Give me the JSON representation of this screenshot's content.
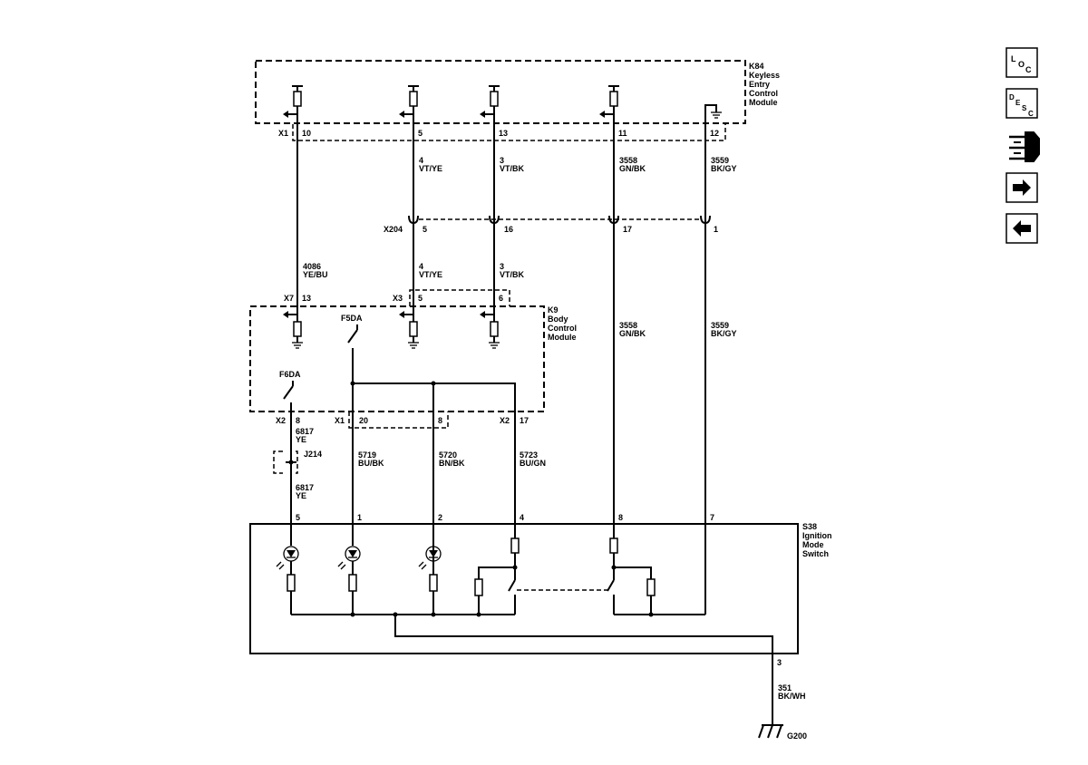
{
  "modules": {
    "k84": {
      "ref": "K84",
      "line1": "Keyless",
      "line2": "Entry",
      "line3": "Control",
      "line4": "Module"
    },
    "k9": {
      "ref": "K9",
      "line1": "Body",
      "line2": "Control",
      "line3": "Module"
    },
    "s38": {
      "ref": "S38",
      "line1": "Ignition",
      "line2": "Mode",
      "line3": "Switch"
    }
  },
  "connectors": {
    "k84_x1": "X1",
    "x204": "X204",
    "k9_x7": "X7",
    "k9_x3": "X3",
    "k9_x2_top": "X2",
    "k9_x1": "X1",
    "k9_x2_right": "X2"
  },
  "pins": {
    "k84": [
      "10",
      "5",
      "13",
      "11",
      "12"
    ],
    "x204": [
      "5",
      "16",
      "17",
      "1"
    ],
    "k9_x7": "13",
    "k9_x3": [
      "5",
      "6"
    ],
    "k9_x2": "8",
    "k9_x1": [
      "20",
      "8"
    ],
    "k9_x2_right": "17",
    "s38": [
      "5",
      "1",
      "2",
      "4",
      "8",
      "7"
    ],
    "ground": "3"
  },
  "wires": {
    "w4086": {
      "circuit": "4086",
      "color": "YE/BU"
    },
    "w4a": {
      "circuit": "4",
      "color": "VT/YE"
    },
    "w3a": {
      "circuit": "3",
      "color": "VT/BK"
    },
    "w3558a": {
      "circuit": "3558",
      "color": "GN/BK"
    },
    "w3559a": {
      "circuit": "3559",
      "color": "BK/GY"
    },
    "w4b": {
      "circuit": "4",
      "color": "VT/YE"
    },
    "w3b": {
      "circuit": "3",
      "color": "VT/BK"
    },
    "w3558b": {
      "circuit": "3558",
      "color": "GN/BK"
    },
    "w3559b": {
      "circuit": "3559",
      "color": "BK/GY"
    },
    "w6817a": {
      "circuit": "6817",
      "color": "YE"
    },
    "w6817b": {
      "circuit": "6817",
      "color": "YE"
    },
    "w5719": {
      "circuit": "5719",
      "color": "BU/BK"
    },
    "w5720": {
      "circuit": "5720",
      "color": "BN/BK"
    },
    "w5723": {
      "circuit": "5723",
      "color": "BU/GN"
    },
    "w351": {
      "circuit": "351",
      "color": "BK/WH"
    }
  },
  "components": {
    "f5da": "F5DA",
    "f6da": "F6DA",
    "j214": "J214",
    "g200": "G200"
  },
  "nav": {
    "loc": [
      "L",
      "O",
      "C"
    ],
    "desc": [
      "D",
      "E",
      "S",
      "C"
    ],
    "connector_icon": "connector-icon",
    "next_icon": "arrow-right-icon",
    "prev_icon": "arrow-left-icon"
  }
}
